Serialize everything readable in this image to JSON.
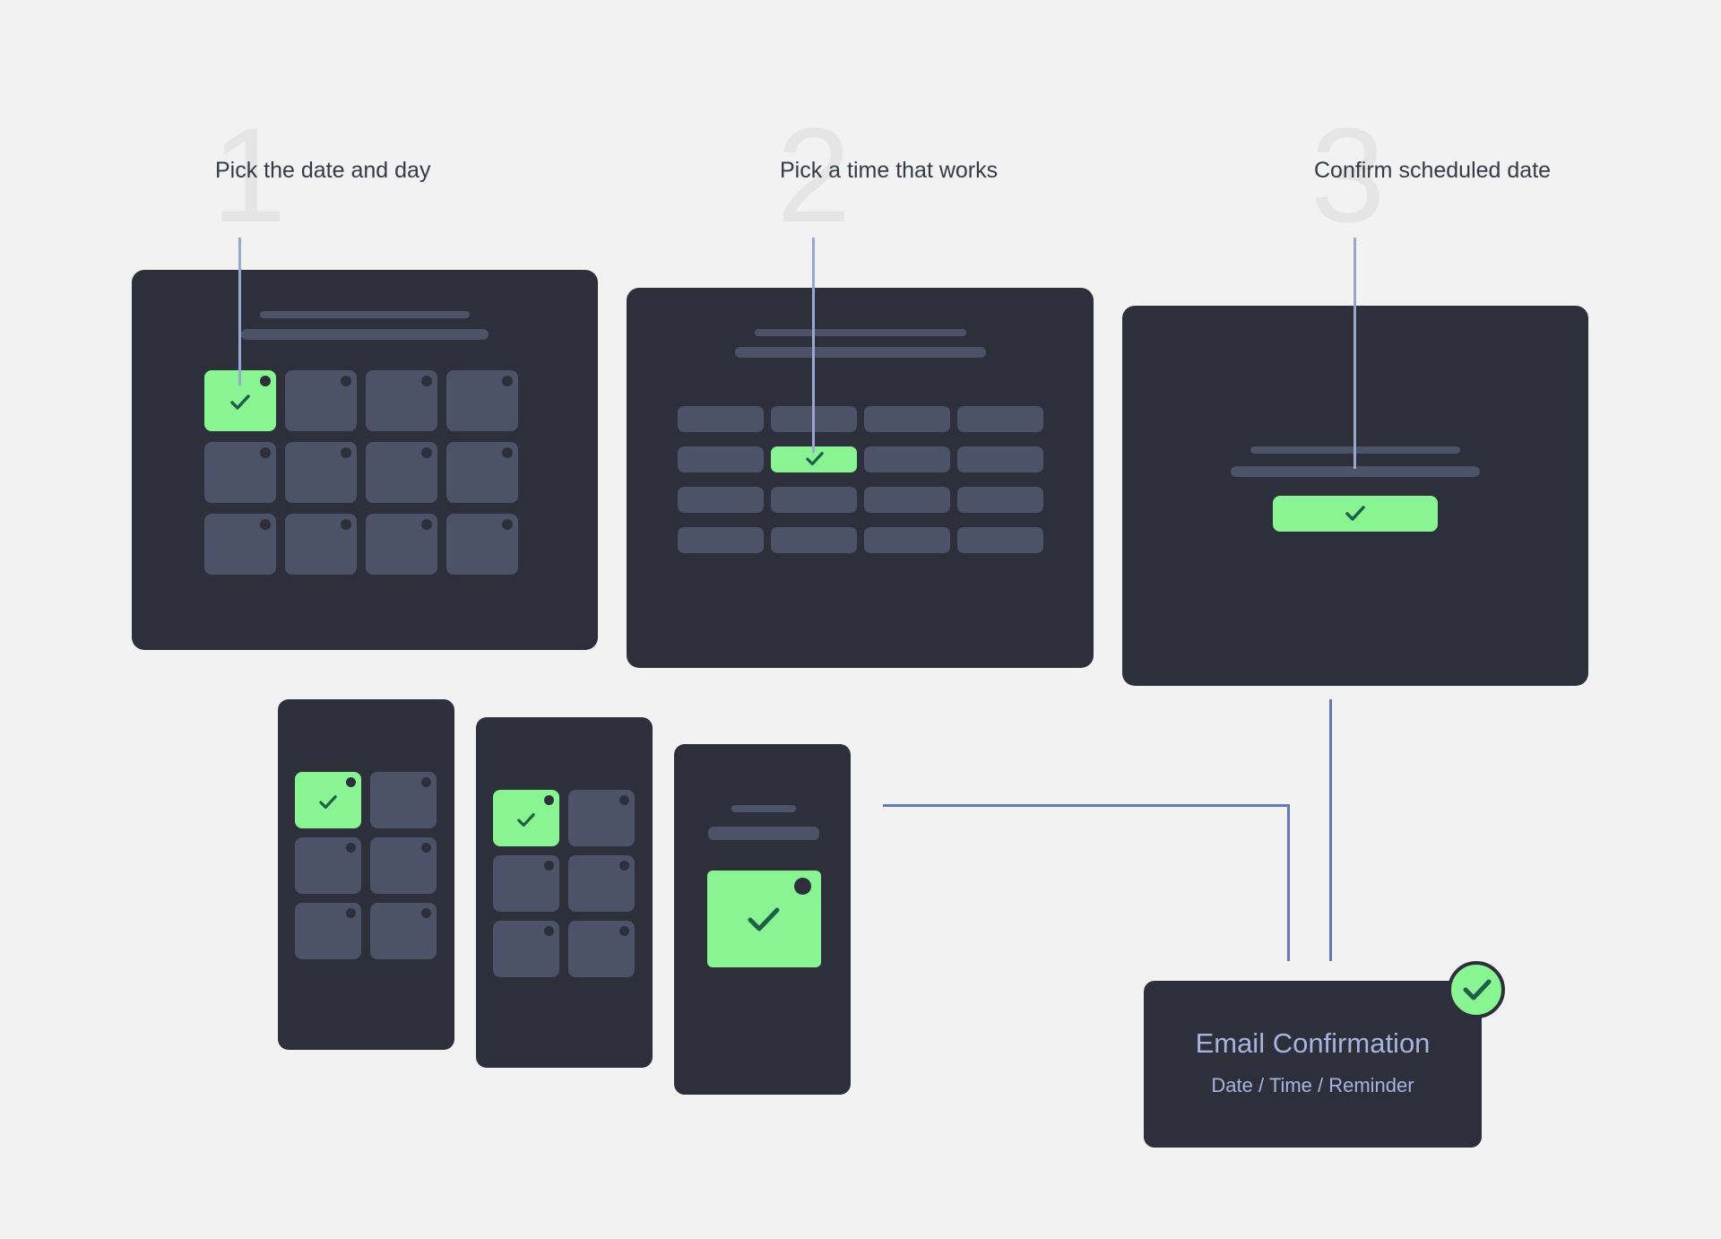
{
  "steps": [
    {
      "number": "1",
      "label": "Pick the date and day"
    },
    {
      "number": "2",
      "label": "Pick a time that works"
    },
    {
      "number": "3",
      "label": "Confirm scheduled date"
    }
  ],
  "email": {
    "title": "Email Confirmation",
    "subtitle": "Date / Time / Reminder"
  },
  "colors": {
    "background": "#f2f2f2",
    "panel": "#2d303a",
    "placeholder": "#4c5369",
    "selected": "#88f592",
    "check": "#1f5f4a",
    "pointer": "#97a7cf",
    "connector": "#6577b6",
    "email_text": "#a7b4e0"
  }
}
